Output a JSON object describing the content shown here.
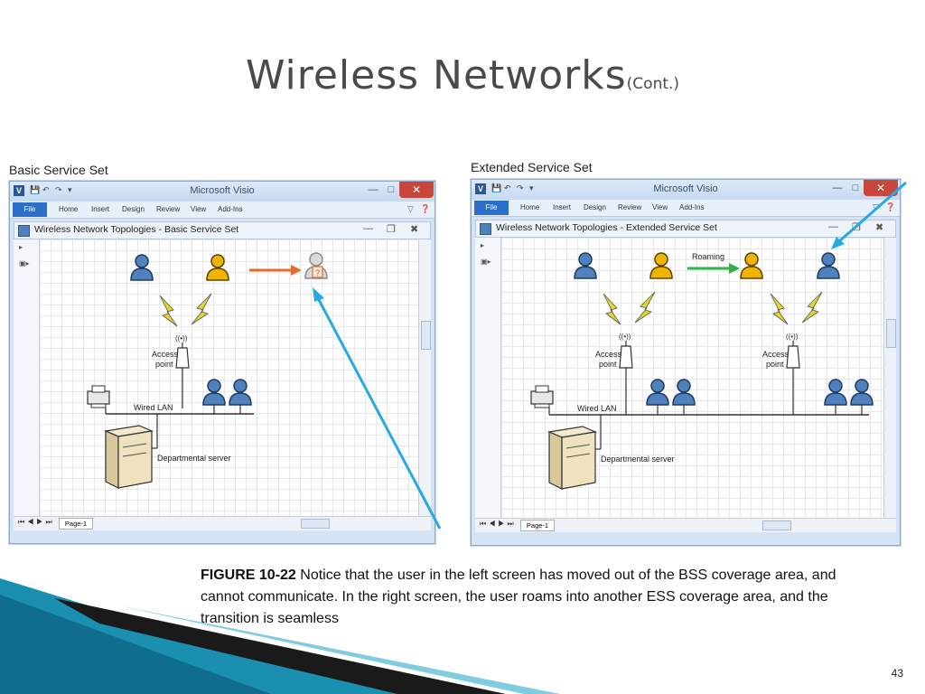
{
  "slide": {
    "title": "Wireless Networks",
    "title_suffix": "(Cont.)",
    "page_number": "43"
  },
  "left_panel": {
    "caption": "Basic Service Set",
    "window_title": "Microsoft Visio",
    "ribbon_tabs": [
      "File",
      "Home",
      "Insert",
      "Design",
      "Review",
      "View",
      "Add-Ins"
    ],
    "doc_title": "Wireless Network Topologies - Basic Service Set",
    "labels": {
      "access_point": [
        "Access",
        "point"
      ],
      "wired_lan": "Wired LAN",
      "server": "Departmental server",
      "unknown_mark": "?"
    },
    "page_tab": "Page-1"
  },
  "right_panel": {
    "caption": "Extended Service Set",
    "window_title": "Microsoft Visio",
    "ribbon_tabs": [
      "File",
      "Home",
      "Insert",
      "Design",
      "Review",
      "View",
      "Add-Ins"
    ],
    "doc_title": "Wireless Network Topologies - Extended Service Set",
    "labels": {
      "roaming": "Roaming",
      "access_point_1": [
        "Access",
        "point"
      ],
      "access_point_2": [
        "Access",
        "point"
      ],
      "wired_lan": "Wired LAN",
      "server": "Departmental server"
    },
    "page_tab": "Page-1"
  },
  "caption": {
    "figure_label": "FIGURE 10-22",
    "text": " Notice that the user in the left screen has moved out of the BSS coverage area, and cannot communicate. In the right screen, the user roams into another ESS coverage area, and the transition is seamless"
  },
  "colors": {
    "user_blue": "#4f81bd",
    "user_yellow": "#f0b400",
    "lightning": "#e5d62c",
    "arrow_orange": "#e36c2c",
    "arrow_green": "#2db24a",
    "pointer_cyan": "#27a9e1",
    "decor_teal": "#1b8fb0"
  }
}
